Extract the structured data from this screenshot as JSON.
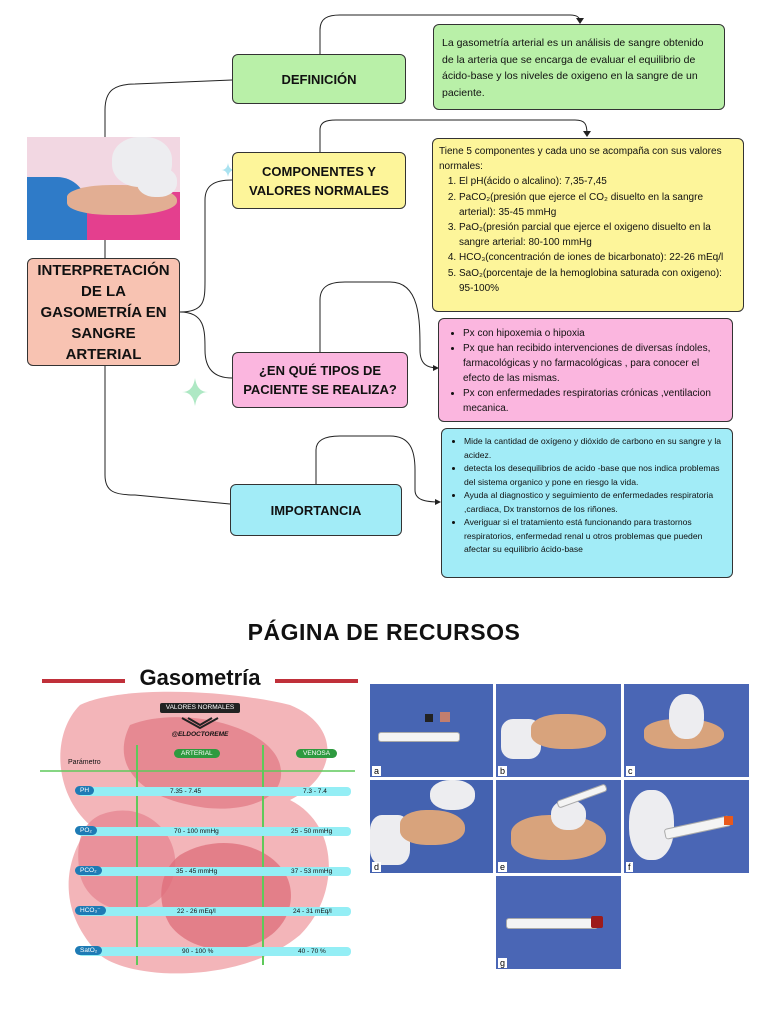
{
  "map": {
    "central": "INTERPRETACIÓN DE LA GASOMETRÍA EN SANGRE ARTERIAL",
    "definicion": {
      "title": "DEFINICIÓN",
      "text": "La gasometría arterial es un análisis de sangre obtenido de la arteria que se encarga de evaluar el equilibrio de ácido-base y los niveles de oxigeno en la sangre de un paciente."
    },
    "componentes": {
      "title": "COMPONENTES Y VALORES NORMALES",
      "intro": "Tiene 5 componentes y cada uno se acompaña con sus valores normales:",
      "items": [
        "El pH(ácido o alcalino): 7,35-7,45",
        "PaCO₂(presión que ejerce el CO₂ disuelto en la sangre arterial): 35-45 mmHg",
        "PaO₂(presión parcial que ejerce el oxigeno disuelto en la sangre arterial: 80-100 mmHg",
        "HCO₃(concentración de iones de bicarbonato): 22-26 mEq/l",
        "SaO₂(porcentaje de la hemoglobina saturada con oxigeno): 95-100%"
      ]
    },
    "pacientes": {
      "title": "¿EN QUÉ TIPOS DE PACIENTE SE REALIZA?",
      "items": [
        "Px con hipoxemia o hipoxia",
        "Px que han recibido intervenciones de diversas índoles, farmacológicas y no farmacológicas , para conocer el efecto de las mismas.",
        "Px con enfermedades respiratorias crónicas ,ventilacion mecanica."
      ]
    },
    "importancia": {
      "title": "IMPORTANCIA",
      "items": [
        "Mide la cantidad de oxígeno y dióxido de carbono en su sangre y la acidez.",
        "detecta los desequilibrios de acido -base que nos indica problemas del sistema organico y pone en riesgo la vida.",
        "Ayuda al diagnostico y seguimiento de enfermedades respiratoria ,cardiaca, Dx transtornos de los riñones.",
        "Averiguar si el tratamiento está funcionando para trastornos respiratorios, enfermedad renal u otros problemas que pueden afectar su equilibrio ácido-base"
      ]
    }
  },
  "resources_title": "PÁGINA DE RECURSOS",
  "infographic": {
    "title": "Gasometría",
    "subtitle": "VALORES NORMALES",
    "brand": "@ELDOCTOREME",
    "col_param": "Parámetro",
    "col_arterial": "ARTERIAL",
    "col_venosa": "VENOSA",
    "rows": [
      {
        "param": "PH",
        "arterial": "7.35 - 7.45",
        "venosa": "7.3 - 7.4"
      },
      {
        "param": "PO₂",
        "arterial": "70 - 100 mmHg",
        "venosa": "25 - 50 mmHg"
      },
      {
        "param": "PCO₂",
        "arterial": "35 - 45 mmHg",
        "venosa": "37 - 53 mmHg"
      },
      {
        "param": "HCO₃⁻",
        "arterial": "22 - 26 mEq/l",
        "venosa": "24 - 31 mEq/l"
      },
      {
        "param": "SatO₂",
        "arterial": "90 - 100 %",
        "venosa": "40 - 70 %"
      }
    ]
  },
  "photo_labels": [
    "a",
    "b",
    "c",
    "d",
    "e",
    "f",
    "g"
  ],
  "colors": {
    "definicion": "#b9f0a8",
    "componentes": "#fdf59a",
    "pacientes": "#fbb6df",
    "importancia": "#a2ecf7",
    "central": "#f8c3b2"
  }
}
